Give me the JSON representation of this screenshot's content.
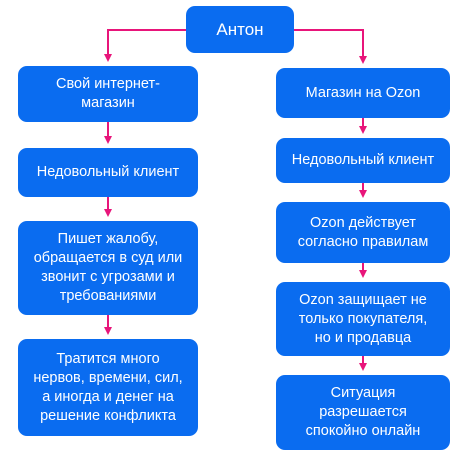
{
  "root": {
    "label": "Антон"
  },
  "left_branch": {
    "steps": [
      {
        "label": "Свой интернет-\nмагазин"
      },
      {
        "label": "Недовольный клиент"
      },
      {
        "label": "Пишет жалобу,\nобращается в суд или\nзвонит с угрозами и\nтребованиями"
      },
      {
        "label": "Тратится много\nнервов, времени, сил,\nа иногда и денег на\nрешение конфликта"
      }
    ]
  },
  "right_branch": {
    "steps": [
      {
        "label": "Магазин на Ozon"
      },
      {
        "label": "Недовольный клиент"
      },
      {
        "label": "Ozon действует\nсогласно правилам"
      },
      {
        "label": "Ozon защищает не\nтолько покупателя,\nно и продавца"
      },
      {
        "label": "Ситуация\nразрешается\nспокойно онлайн"
      }
    ]
  },
  "colors": {
    "box_fill": "#0a6cf0",
    "box_text": "#ffffff",
    "connector": "#e8157a"
  }
}
